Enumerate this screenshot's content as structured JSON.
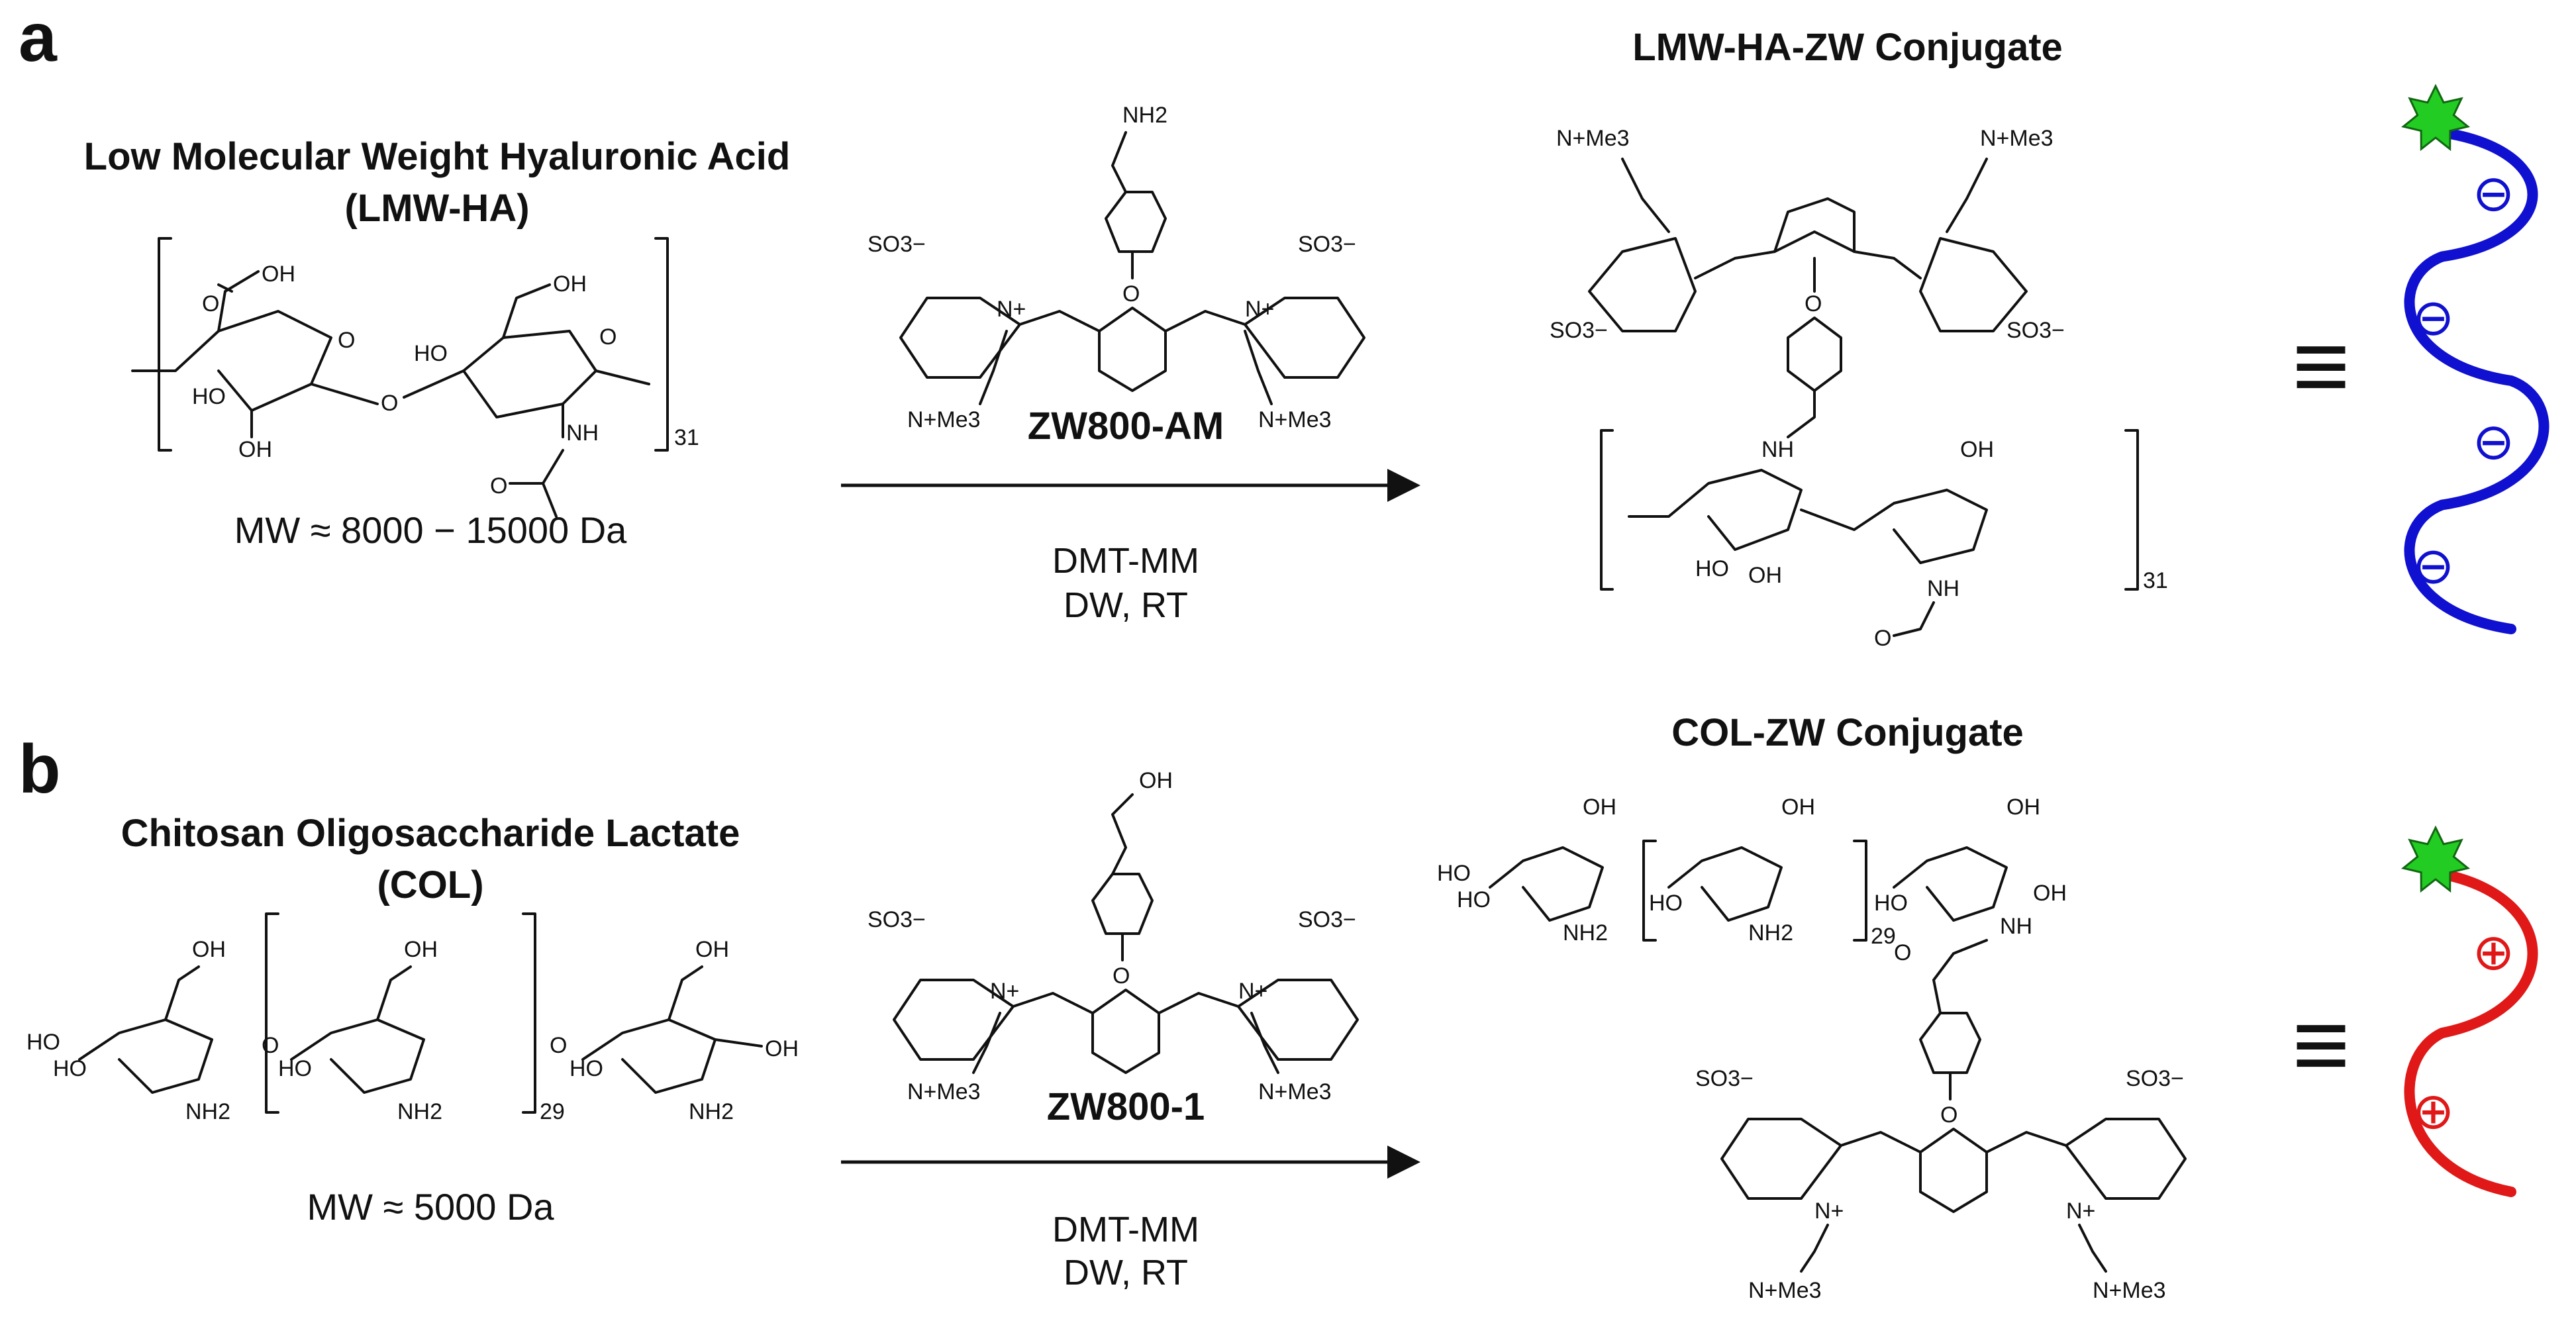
{
  "panels": [
    {
      "letter": "a",
      "polymer_title_line1": "Low Molecular Weight Hyaluronic Acid",
      "polymer_title_line2": "(LMW-HA)",
      "polymer_mw": "MW ≈ 8000 − 15000 Da",
      "repeat_n": "31",
      "reagent_name": "ZW800-AM",
      "conditions_line1": "DMT-MM",
      "conditions_line2": "DW, RT",
      "product_title": "LMW-HA-ZW Conjugate",
      "product_repeat_n": "31",
      "equiv_symbol": "≡",
      "charge_symbol": "⊖",
      "charge_count": 4,
      "wave_color": "#1010d0",
      "star_color": "#22cc22"
    },
    {
      "letter": "b",
      "polymer_title_line1": "Chitosan Oligosaccharide Lactate",
      "polymer_title_line2": "(COL)",
      "polymer_mw": "MW ≈ 5000 Da",
      "repeat_n": "29",
      "reagent_name": "ZW800-1",
      "conditions_line1": "DMT-MM",
      "conditions_line2": "DW, RT",
      "product_title": "COL-ZW Conjugate",
      "product_repeat_n": "29",
      "equiv_symbol": "≡",
      "charge_symbol": "⊕",
      "charge_count": 2,
      "wave_color": "#e01818",
      "star_color": "#22cc22"
    }
  ],
  "atom_labels": {
    "cooh": "OH",
    "o": "O",
    "oh": "OH",
    "ho": "HO",
    "nh": "NH",
    "nh2": "NH2",
    "n_plus": "N+",
    "so3": "SO3−",
    "nme3": "N+Me3"
  }
}
